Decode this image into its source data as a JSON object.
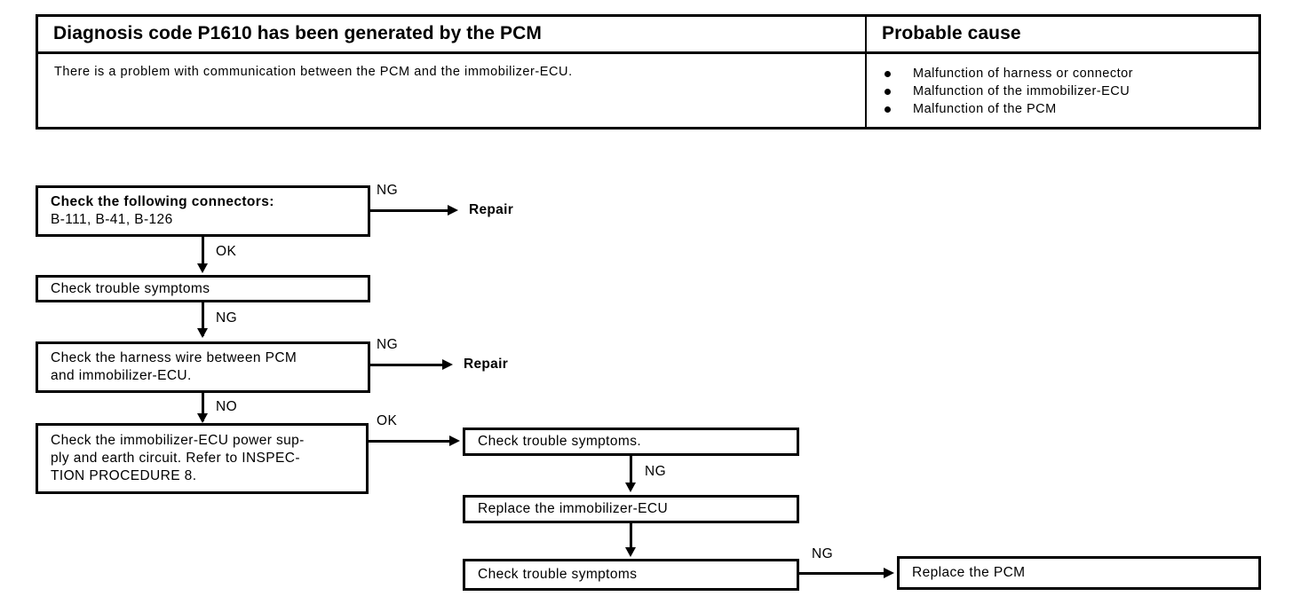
{
  "table": {
    "headers": {
      "fault": "Diagnosis code P1610 has been generated by the PCM",
      "cause": "Probable cause"
    },
    "body": {
      "description": "There is a problem with communication between the PCM and the immobilizer-ECU.",
      "causes": [
        "Malfunction of harness or connector",
        "Malfunction of the immobilizer-ECU",
        "Malfunction of the PCM"
      ]
    }
  },
  "flowchart": {
    "nodes": {
      "check_connectors": "Check the following connectors:\nB-111, B-41, B-126",
      "check_symptoms_1": "Check trouble symptoms",
      "check_harness": "Check the harness wire between PCM\nand immobilizer-ECU.",
      "check_power_supply": "Check the immobilizer-ECU power sup-\nply and earth circuit. Refer to INSPEC-\nTION PROCEDURE 8.",
      "check_symptoms_2": "Check trouble symptoms.",
      "replace_ecu": "Replace the immobilizer-ECU",
      "check_symptoms_3": "Check trouble symptoms",
      "replace_pcm": "Replace the PCM"
    },
    "terminals": {
      "repair_1": "Repair",
      "repair_2": "Repair"
    },
    "edge_labels": {
      "connectors_ng": "NG",
      "connectors_ok": "OK",
      "symptoms1_ng": "NG",
      "harness_ng": "NG",
      "harness_no": "NO",
      "power_ok": "OK",
      "symptoms2_ng": "NG",
      "symptoms3_ng": "NG"
    }
  },
  "colors": {
    "ink": "#000000",
    "paper": "#ffffff"
  }
}
